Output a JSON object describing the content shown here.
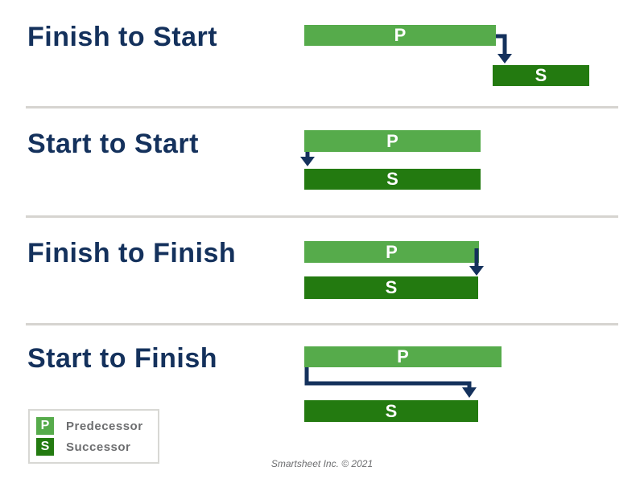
{
  "colors": {
    "navy": "#14315c",
    "light_green": "#56ab4b",
    "dark_green": "#237a10",
    "divider": "#d6d4d0",
    "legend_border": "#d8d8d4",
    "muted_text": "#6d6e70",
    "bar_label": "#ffffff",
    "background": "#ffffff"
  },
  "sections": [
    {
      "title": "Finish to Start",
      "predecessor_label": "P",
      "successor_label": "S"
    },
    {
      "title": "Start to Start",
      "predecessor_label": "P",
      "successor_label": "S"
    },
    {
      "title": "Finish to Finish",
      "predecessor_label": "P",
      "successor_label": "S"
    },
    {
      "title": "Start to Finish",
      "predecessor_label": "P",
      "successor_label": "S"
    }
  ],
  "legend": {
    "items": [
      {
        "key": "P",
        "label": "Predecessor"
      },
      {
        "key": "S",
        "label": "Successor"
      }
    ]
  },
  "footer": {
    "text": "Smartsheet Inc. © 2021"
  }
}
